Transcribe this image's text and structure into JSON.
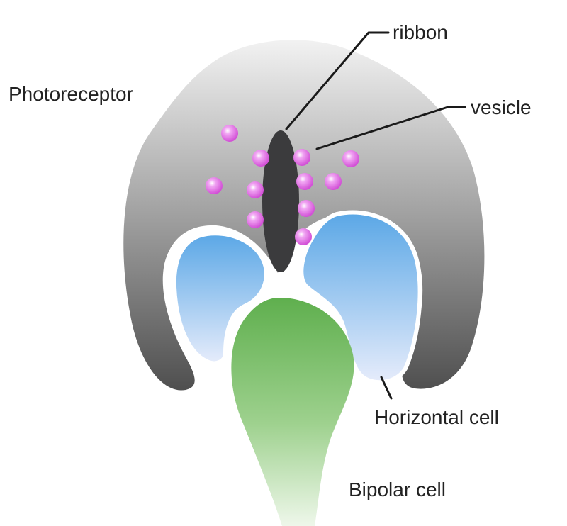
{
  "labels": {
    "photoreceptor": "Photoreceptor",
    "ribbon": "ribbon",
    "vesicle": "vesicle",
    "horizontal_cell": "Horizontal cell",
    "bipolar_cell": "Bipolar cell"
  },
  "colors": {
    "photoreceptor_top": "#f2f2f2",
    "photoreceptor_bottom": "#4f4f4f",
    "ribbon": "#3b3b3d",
    "vesicle": "#d24fd6",
    "horizontal_top": "#5aa7e6",
    "horizontal_bottom": "#e6ecfb",
    "bipolar_top": "#5faf4e",
    "bipolar_bottom": "#eef7ea",
    "leader_line": "#1a1a1a"
  }
}
